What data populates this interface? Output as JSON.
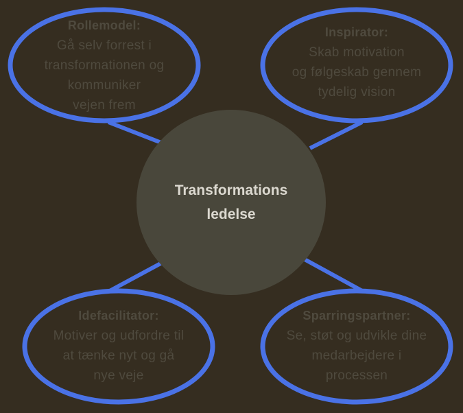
{
  "diagram": {
    "type": "mind-map",
    "colors": {
      "background": "#352d20",
      "center_fill": "#49473b",
      "center_text": "#dcd9d0",
      "outline": "#4a72e6",
      "node_text": "#4f4a3e"
    },
    "center": {
      "lines": [
        "Transformations",
        "ledelse"
      ]
    },
    "nodes": [
      {
        "id": "rollemodel",
        "title": "Rollemodel:",
        "lines": [
          "Gå selv forrest i",
          "transformationen og",
          "kommuniker",
          "vejen frem"
        ]
      },
      {
        "id": "inspirator",
        "title": "Inspirator:",
        "lines": [
          "Skab motivation",
          "og følgeskab gennem",
          "tydelig vision"
        ]
      },
      {
        "id": "idefacilitator",
        "title": "Idefacilitator:",
        "lines": [
          "Motiver og udfordre til",
          "at tænke nyt og gå",
          "nye veje"
        ]
      },
      {
        "id": "sparringspartner",
        "title": "Sparringspartner:",
        "lines": [
          "Se, støt og udvikle dine",
          "medarbejdere i",
          "processen"
        ]
      }
    ]
  }
}
